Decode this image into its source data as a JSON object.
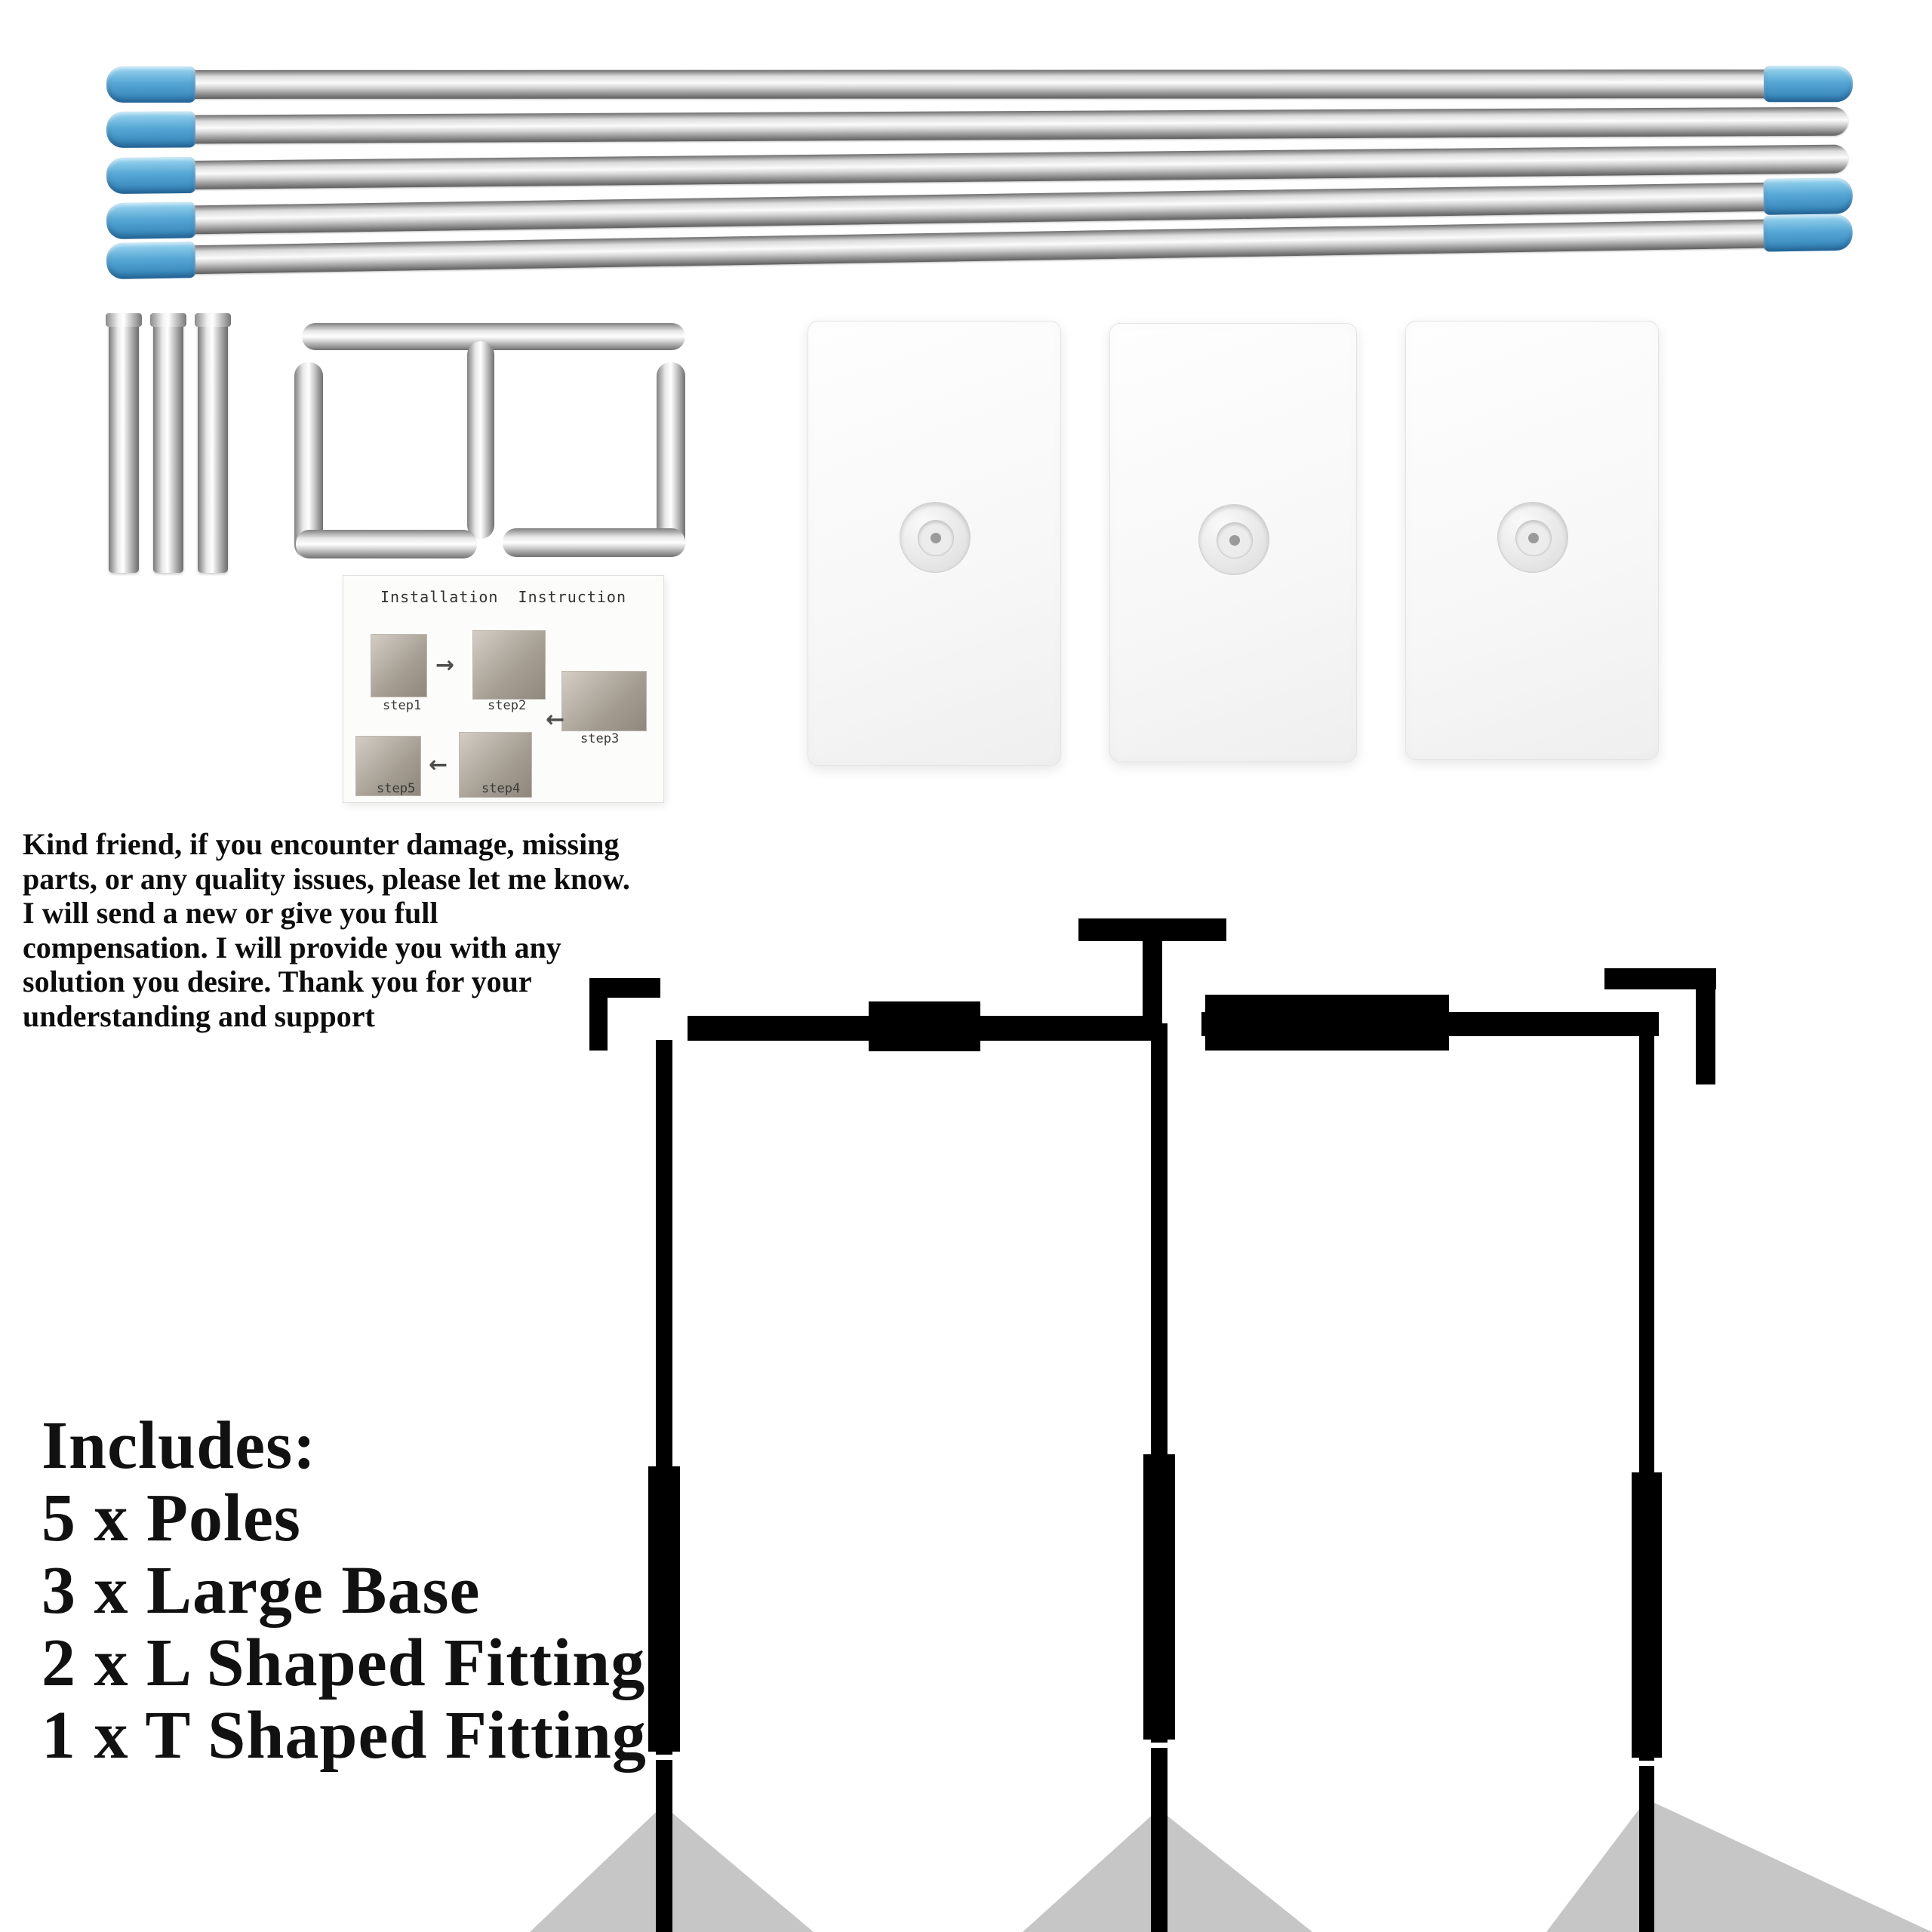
{
  "colors": {
    "cap_blue": "#57a8d6",
    "silhouette": "#000000",
    "base_triangle": "#c6c6c6"
  },
  "instruction_sheet": {
    "title": "Installation  Instruction",
    "steps": [
      "step1",
      "step2",
      "step3",
      "step4",
      "step5"
    ],
    "arrow_right": "→",
    "arrow_left": "←"
  },
  "notice": {
    "text": "Kind friend, if you encounter damage, missing\nparts, or any quality issues, please let me know.\n I will send a new or give you full\ncompensation. I will provide you with any\nsolution you desire. Thank you for your\nunderstanding and support"
  },
  "includes": {
    "title": "Includes:",
    "items": [
      "5 x Poles",
      "3 x Large Base",
      "2 x L Shaped Fitting",
      "1 x T Shaped Fitting"
    ]
  }
}
